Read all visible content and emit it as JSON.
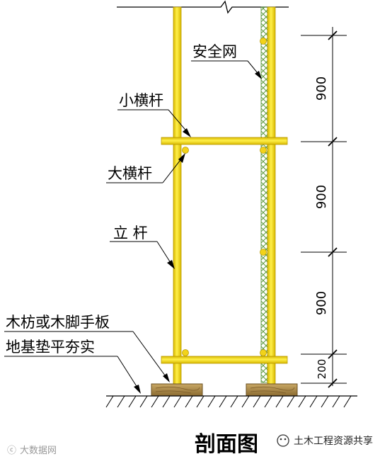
{
  "labels": {
    "safety_net": "安全网",
    "small_crossbar": "小横杆",
    "big_crossbar": "大横杆",
    "upright_pole": "立 杆",
    "wood_board": "木枋或木脚手板",
    "foundation": "地基垫平夯实"
  },
  "dimensions": [
    "900",
    "900",
    "900",
    "200"
  ],
  "caption": "剖面图",
  "watermark": {
    "right": "土木工程资源共享",
    "left": "大数据网"
  },
  "colors": {
    "pole": "#f5e21a",
    "pole_edge": "#c9a800",
    "net": "#6aa84f",
    "wood": "#a8884a"
  }
}
